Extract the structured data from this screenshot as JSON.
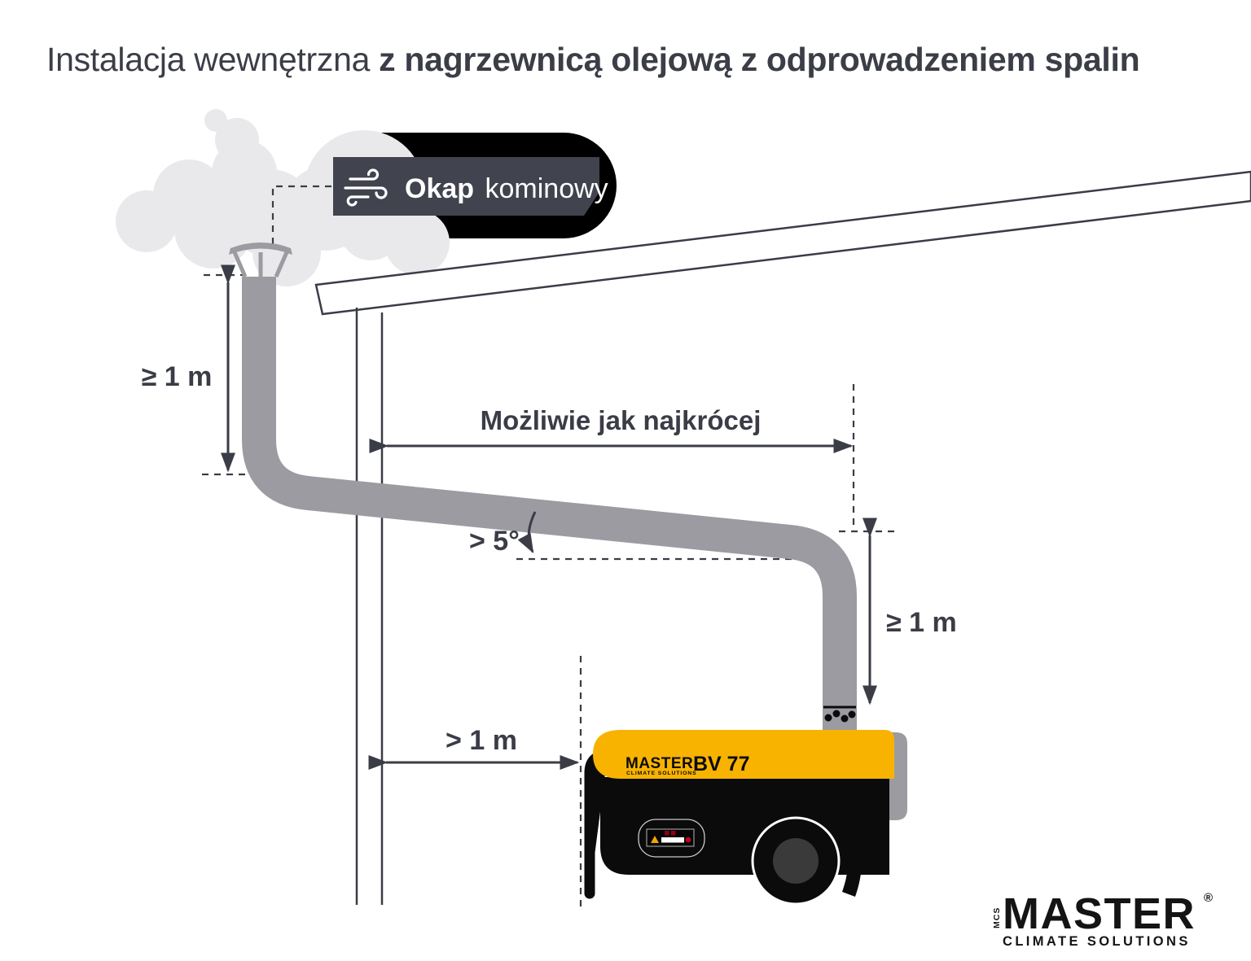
{
  "title": {
    "regular": "Instalacja wewnętrzna",
    "bold": "z nagrzewnicą olejową z odprowadzeniem spalin"
  },
  "callout": {
    "bold": "Okap",
    "regular": "kominowy",
    "icon": "wind-icon"
  },
  "dimensions": {
    "chimney_height": "≥ 1 m",
    "horizontal_run": "Możliwie jak najkrócej",
    "slope_angle": "> 5°",
    "riser_height": "≥ 1 m",
    "wall_clearance": "> 1 m"
  },
  "heater": {
    "brand": "MASTER",
    "brand_sub": "CLIMATE SOLUTIONS",
    "model": "BV 77"
  },
  "footer_logo": {
    "mcs": "MCS",
    "brand": "MASTER",
    "reg": "®",
    "sub": "CLIMATE SOLUTIONS"
  },
  "colors": {
    "ink": "#3a3c46",
    "smoke": "#e9e9eb",
    "pipe_gray": "#9b9ba1",
    "callout_pill": "#000000",
    "callout_banner": "#41434e",
    "heater_yellow": "#f8b301",
    "heater_black": "#0b0b0b",
    "warning_yellow": "#f0a500",
    "indicator_red": "#c3001e"
  }
}
